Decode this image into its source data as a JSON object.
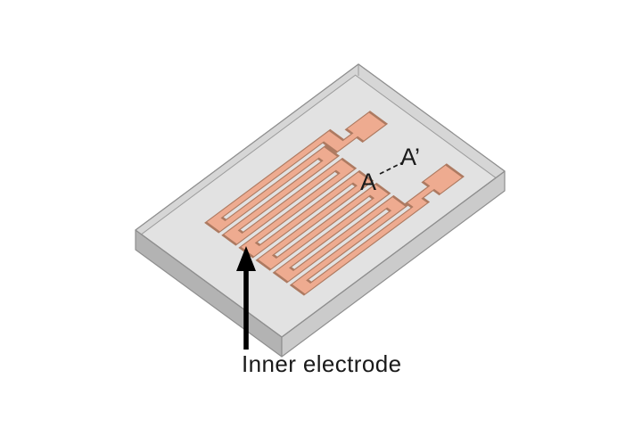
{
  "figure": {
    "caption": "Inner electrode",
    "section_start_label": "A",
    "section_end_label": "A’"
  },
  "colors": {
    "background": "#ffffff",
    "substrate_top": "#e2e2e2",
    "substrate_back_band": "#d6d6d6",
    "substrate_side_left": "#b3b3b3",
    "substrate_side_right": "#cbcbcb",
    "edge_line": "#8f8f8f",
    "electrode_fill": "#eeab90",
    "electrode_outline": "#ad7a61",
    "annotation": "#1a1a1a"
  }
}
